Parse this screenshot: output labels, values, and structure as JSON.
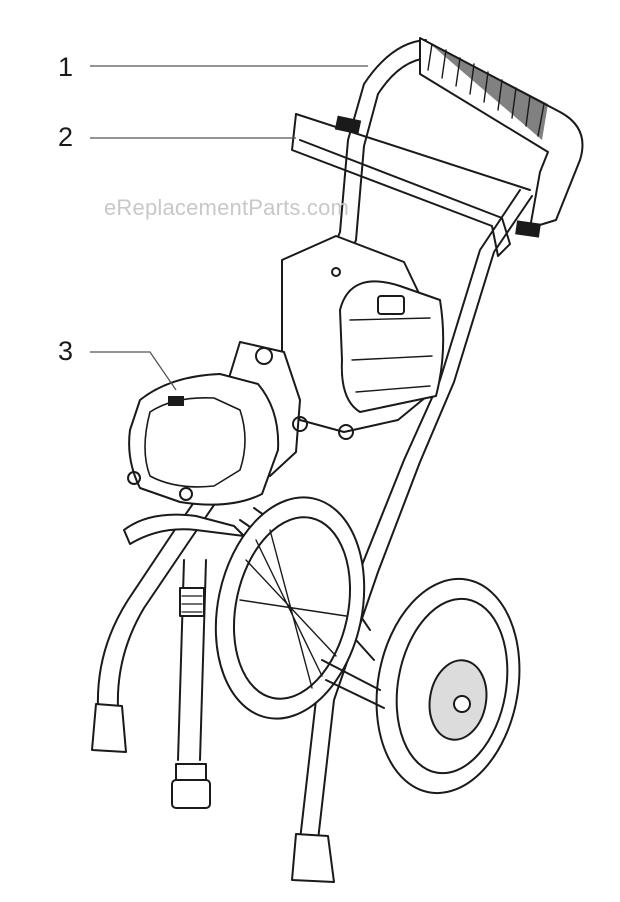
{
  "diagram": {
    "callouts": [
      {
        "label": "1",
        "part": "handle"
      },
      {
        "label": "2",
        "part": "hose-rack"
      },
      {
        "label": "3",
        "part": "pump-cover"
      }
    ],
    "watermark": "eReplacementParts.com",
    "colors": {
      "line": "#1a1a1a",
      "fill": "#ffffff",
      "shade": "#dcdcdc",
      "leader": "#555555",
      "watermark": "#c8c8c8"
    }
  }
}
